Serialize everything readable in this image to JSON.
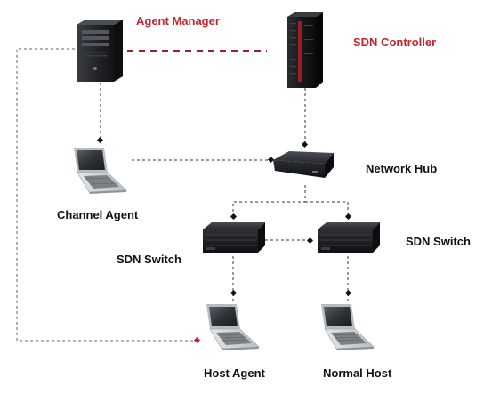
{
  "labels": {
    "agent_manager": "Agent Manager",
    "sdn_controller": "SDN Controller",
    "network_hub": "Network Hub",
    "channel_agent": "Channel Agent",
    "sdn_switch_left": "SDN Switch",
    "sdn_switch_right": "SDN Switch",
    "host_agent": "Host Agent",
    "normal_host": "Normal Host"
  },
  "colors": {
    "highlight_label": "#c2262e",
    "management_link": "#a21f2a",
    "device_body": "#1d1f22",
    "laptop_body": "#cfd3d6"
  },
  "icons": {
    "agent_manager": "server-tower-icon",
    "sdn_controller": "server-rack-icon",
    "network_hub": "network-hub-icon",
    "channel_agent": "laptop-icon",
    "sdn_switch_left": "switch-icon",
    "sdn_switch_right": "switch-icon",
    "host_agent": "laptop-icon",
    "normal_host": "laptop-icon"
  }
}
